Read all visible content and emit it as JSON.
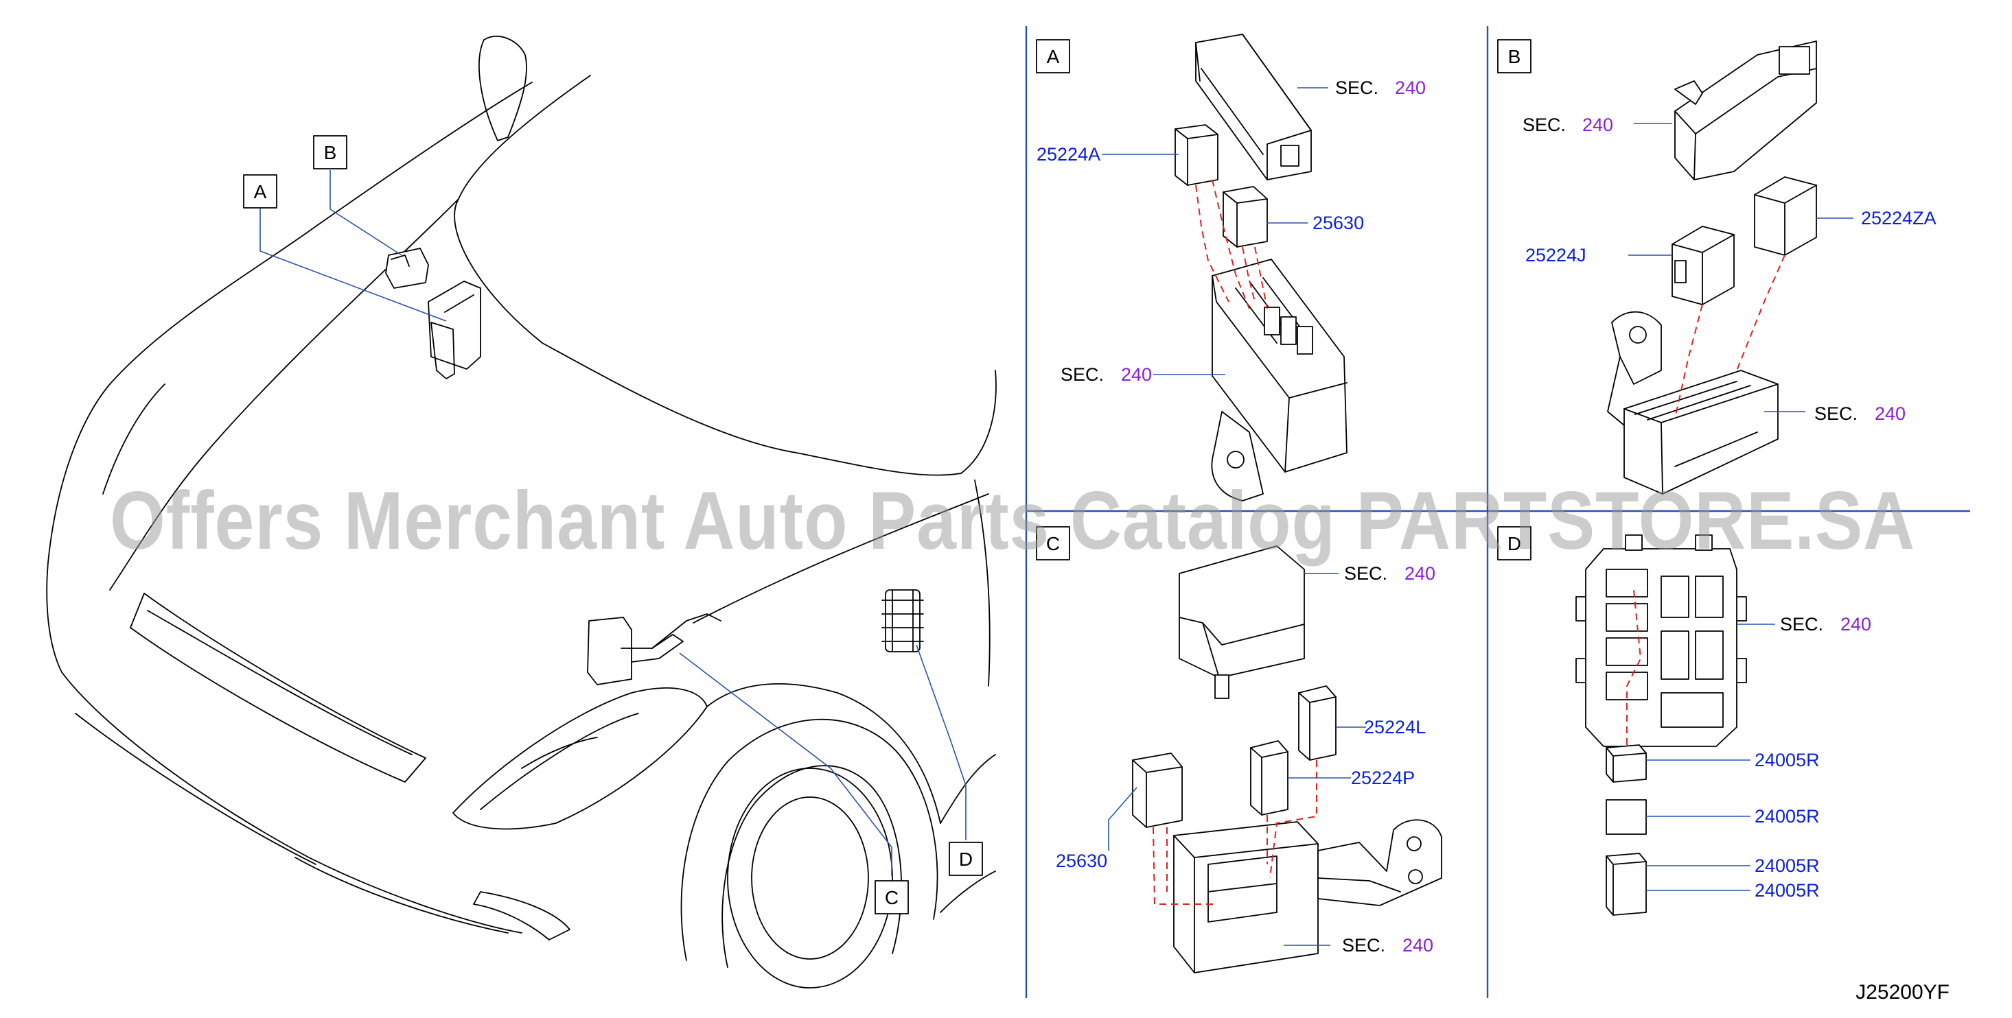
{
  "callouts": {
    "overview": [
      "A",
      "B",
      "C",
      "D"
    ],
    "panels": [
      "A",
      "B",
      "C",
      "D"
    ]
  },
  "panel_a": {
    "sec_top": "SEC.",
    "sec_top_num": "240",
    "part_1": "25224A",
    "part_2": "25630",
    "sec_bottom": "SEC.",
    "sec_bottom_num": "240"
  },
  "panel_b": {
    "sec_top": "SEC.",
    "sec_top_num": "240",
    "part_1": "25224ZA",
    "part_2": "25224J",
    "sec_bottom": "SEC.",
    "sec_bottom_num": "240"
  },
  "panel_c": {
    "sec_top": "SEC.",
    "sec_top_num": "240",
    "part_1": "25224L",
    "part_2": "25224P",
    "part_3": "25630",
    "sec_bottom": "SEC.",
    "sec_bottom_num": "240"
  },
  "panel_d": {
    "sec_top": "SEC.",
    "sec_top_num": "240",
    "parts": [
      "24005R",
      "24005R",
      "24005R",
      "24005R"
    ]
  },
  "diagram_code": "J25200YF",
  "watermark": "Offers Merchant Auto Parts Catalog PARTSTORE.SA",
  "colors": {
    "part_number": "#0a1fd8",
    "sec_number": "#8a1fd6",
    "leader": "#2a52a8",
    "divider": "#2a52a8",
    "relay_path": "#e02020"
  }
}
